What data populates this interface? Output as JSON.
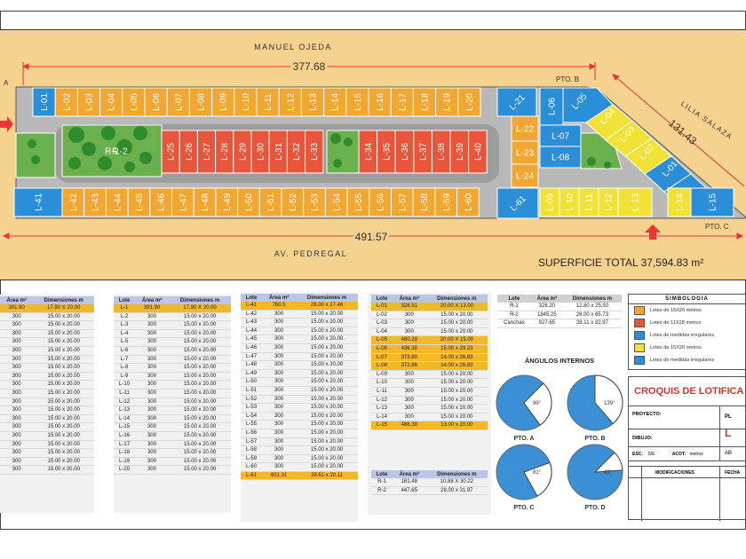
{
  "streets": {
    "top": "MANUEL OJEDA",
    "right": "LILIA SALAZA",
    "bottom": "AV. PEDREGAL"
  },
  "dims": {
    "top": "377.68",
    "right": "131.43",
    "bottom": "491.57"
  },
  "points": {
    "a": "A",
    "b": "PTO. B",
    "c": "PTO. C"
  },
  "surface": "SUPERFICIE TOTAL 37,594.83 m²",
  "lots": {
    "top": [
      "L-01",
      "L-02",
      "L-03",
      "L-04",
      "L-05",
      "L-06",
      "L-07",
      "L-08",
      "L-09",
      "L-10",
      "L-11",
      "L-12",
      "L-13",
      "L-14",
      "L-15",
      "L-16",
      "L-17",
      "L-18",
      "L-19",
      "L-20"
    ],
    "inner_left": [
      "L-25",
      "L-26",
      "L-27",
      "L-28",
      "L-29",
      "L-30",
      "L-31",
      "L-32",
      "L-33"
    ],
    "inner_right": [
      "L-34",
      "L-35",
      "L-36",
      "L-37",
      "L-38",
      "L-39",
      "L-40"
    ],
    "bottom": [
      "L-41",
      "L-42",
      "L-43",
      "L-44",
      "L-45",
      "L-46",
      "L-47",
      "L-48",
      "L-49",
      "L-50",
      "L-51",
      "L-52",
      "L-53",
      "L-54",
      "L-55",
      "L-56",
      "L-57",
      "L-58",
      "L-59",
      "L-60"
    ],
    "east_col": [
      "L-21",
      "L-22",
      "L-23",
      "L-24",
      "L-61"
    ],
    "east_blue": [
      "L-06",
      "L-07",
      "L-08"
    ],
    "east_diag": [
      "L-05",
      "L-04",
      "L-03",
      "L-02",
      "L-01"
    ],
    "east_bottom": [
      "L-09",
      "L-10",
      "L-11",
      "L-12",
      "L-13",
      "L-14",
      "L-15"
    ],
    "park": "R-2"
  },
  "table1": {
    "headers": [
      "Área m²",
      "Dimensiones m"
    ],
    "rows": [
      [
        "391.90",
        "17.90 X 20.00"
      ],
      [
        "300",
        "15.00 x 20.00"
      ],
      [
        "300",
        "15.00 x 20.00"
      ],
      [
        "300",
        "15.00 x 20.00"
      ],
      [
        "300",
        "15.00 x 20.00"
      ],
      [
        "300",
        "15.00 x 20.00"
      ],
      [
        "300",
        "15.00 x 20.00"
      ],
      [
        "300",
        "15.00 x 20.00"
      ],
      [
        "300",
        "15.00 x 20.00"
      ],
      [
        "300",
        "15.00 x 20.00"
      ],
      [
        "300",
        "15.00 x 20.00"
      ],
      [
        "300",
        "15.00 x 20.00"
      ],
      [
        "300",
        "15.00 x 20.00"
      ],
      [
        "300",
        "15.00 x 20.00"
      ],
      [
        "300",
        "15.00 x 20.00"
      ],
      [
        "300",
        "15.00 x 20.00"
      ],
      [
        "300",
        "15.00 x 20.00"
      ],
      [
        "300",
        "15.00 x 20.00"
      ],
      [
        "300",
        "15.00 x 20.00"
      ],
      [
        "300",
        "15.00 x 20.00"
      ]
    ]
  },
  "table2": {
    "headers": [
      "Lote",
      "Área m²",
      "Dimensiones m"
    ],
    "rows": [
      [
        "L-1",
        "391.90",
        "17.90 X 20.00"
      ],
      [
        "L-2",
        "300",
        "15.00 x 20.00"
      ],
      [
        "L-3",
        "300",
        "15.00 x 20.00"
      ],
      [
        "L-4",
        "300",
        "15.00 x 20.00"
      ],
      [
        "L-5",
        "300",
        "15.00 x 20.00"
      ],
      [
        "L-6",
        "300",
        "15.00 x 20.00"
      ],
      [
        "L-7",
        "300",
        "15.00 x 20.00"
      ],
      [
        "L-8",
        "300",
        "15.00 x 20.00"
      ],
      [
        "L-9",
        "300",
        "15.00 x 20.00"
      ],
      [
        "L-10",
        "300",
        "15.00 x 20.00"
      ],
      [
        "L-11",
        "300",
        "15.00 x 20.00"
      ],
      [
        "L-12",
        "300",
        "15.00 x 20.00"
      ],
      [
        "L-13",
        "300",
        "15.00 x 20.00"
      ],
      [
        "L-14",
        "300",
        "15.00 x 20.00"
      ],
      [
        "L-15",
        "300",
        "15.00 x 20.00"
      ],
      [
        "L-16",
        "300",
        "15.00 x 20.00"
      ],
      [
        "L-17",
        "300",
        "15.00 x 20.00"
      ],
      [
        "L-18",
        "300",
        "15.00 x 20.00"
      ],
      [
        "L-19",
        "300",
        "15.00 x 20.00"
      ],
      [
        "L-20",
        "300",
        "15.00 x 20.00"
      ]
    ]
  },
  "table3": {
    "headers": [
      "Lote",
      "Área m²",
      "Dimensiones m"
    ],
    "rows": [
      [
        "L-41",
        "760.5",
        "28.00 x 27.46"
      ],
      [
        "L-42",
        "300",
        "15.00 x 20.00"
      ],
      [
        "L-43",
        "300",
        "15.00 x 20.00"
      ],
      [
        "L-44",
        "300",
        "15.00 x 20.00"
      ],
      [
        "L-45",
        "300",
        "15.00 x 20.00"
      ],
      [
        "L-46",
        "300",
        "15.00 x 20.00"
      ],
      [
        "L-47",
        "300",
        "15.00 x 20.00"
      ],
      [
        "L-48",
        "300",
        "15.00 x 20.00"
      ],
      [
        "L-49",
        "300",
        "15.00 x 20.00"
      ],
      [
        "L-50",
        "300",
        "15.00 x 20.00"
      ],
      [
        "L-51",
        "300",
        "15.00 x 20.00"
      ],
      [
        "L-52",
        "300",
        "15.00 x 20.00"
      ],
      [
        "L-53",
        "300",
        "15.00 x 20.00"
      ],
      [
        "L-54",
        "300",
        "15.00 x 20.00"
      ],
      [
        "L-55",
        "300",
        "15.00 x 20.00"
      ],
      [
        "L-56",
        "300",
        "15.00 x 20.00"
      ],
      [
        "L-57",
        "300",
        "15.00 x 20.00"
      ],
      [
        "L-58",
        "300",
        "15.00 x 20.00"
      ],
      [
        "L-59",
        "300",
        "15.00 x 20.00"
      ],
      [
        "L-60",
        "300",
        "15.00 x 20.00"
      ],
      [
        "L-61",
        "601.31",
        "29.61 x 20.11"
      ]
    ]
  },
  "table4": {
    "headers": [
      "Lote",
      "Área m²",
      "Dimensiones m"
    ],
    "rows": [
      [
        "L-01",
        "328.51",
        "20.00 X 13.00"
      ],
      [
        "L-02",
        "300",
        "15.00 x 20.00"
      ],
      [
        "L-03",
        "300",
        "15.00 x 20.00"
      ],
      [
        "L-04",
        "300",
        "15.00 x 20.00"
      ],
      [
        "L-05",
        "480.28",
        "20.00 X 15.00"
      ],
      [
        "L-06",
        "436.38",
        "15.00 x 29.23"
      ],
      [
        "L-07",
        "373.80",
        "14.00 x 26.83"
      ],
      [
        "L-08",
        "372.86",
        "14.00 x 26.83"
      ],
      [
        "L-09",
        "300",
        "15.00 x 20.00"
      ],
      [
        "L-10",
        "300",
        "15.00 x 20.00"
      ],
      [
        "L-11",
        "300",
        "15.00 x 20.00"
      ],
      [
        "L-12",
        "300",
        "15.00 x 20.00"
      ],
      [
        "L-13",
        "300",
        "15.00 x 20.00"
      ],
      [
        "L-14",
        "300",
        "15.00 x 20.00"
      ],
      [
        "L-15",
        "488.38",
        "13.00 x 20.00"
      ]
    ]
  },
  "table5": {
    "headers": [
      "Lote",
      "Área m²",
      "Dimensiones m"
    ],
    "rows": [
      [
        "R-1",
        "181.48",
        "10.88 X 30.22"
      ],
      [
        "R-2",
        "447.65",
        "28.00 x 31.97"
      ]
    ]
  },
  "table6": {
    "headers": [
      "Lote",
      "Área m²",
      "Dimensiones m"
    ],
    "rows": [
      [
        "R-1",
        "328.20",
        "12.80 x 25.50"
      ],
      [
        "R-2",
        "1845.25",
        "28.00 x 65.73"
      ],
      [
        "Canchas",
        "927.65",
        "28.11 x 32.97"
      ]
    ]
  },
  "angles": {
    "title": "ÁNGULOS INTERNOS",
    "items": [
      {
        "label": "PTO. A",
        "value": "99°"
      },
      {
        "label": "PTO. B",
        "value": "139°"
      },
      {
        "label": "PTO. C",
        "value": "81°"
      },
      {
        "label": "PTO. D",
        "value": "41°"
      }
    ]
  },
  "simbologia": {
    "title": "SIMBOLOGIA",
    "items": [
      {
        "label": "Lotes de 15X20 metros",
        "color": "#f2a732"
      },
      {
        "label": "Lotes de 11X28 metros",
        "color": "#e8553a"
      },
      {
        "label": "Lotes de medidas irregulares",
        "color": "#2a8fd6"
      },
      {
        "label": "Lotes de 15X20 metros",
        "color": "#f2e235"
      },
      {
        "label": "Lotes de medidas irregulares",
        "color": "#2a8fd6"
      }
    ]
  },
  "titleblock": {
    "title": "CROQUIS DE LOTIFICA",
    "proyecto": "PROYECTO:",
    "pla": "PL",
    "dibujo": "DIBUJO:",
    "l": "L",
    "esc": "ESC:",
    "esc_val": "S/E",
    "acot": "ACOT:",
    "acot_val": "metros",
    "ab": "AB",
    "modificaciones": "MODIFICACIONES",
    "fecha": "FECHA"
  },
  "colors": {
    "orange": "#f2a732",
    "red": "#e8553a",
    "blue": "#2a8fd6",
    "yellow": "#f2e235",
    "green": "#6ab04c",
    "site": "#f6d28f"
  }
}
